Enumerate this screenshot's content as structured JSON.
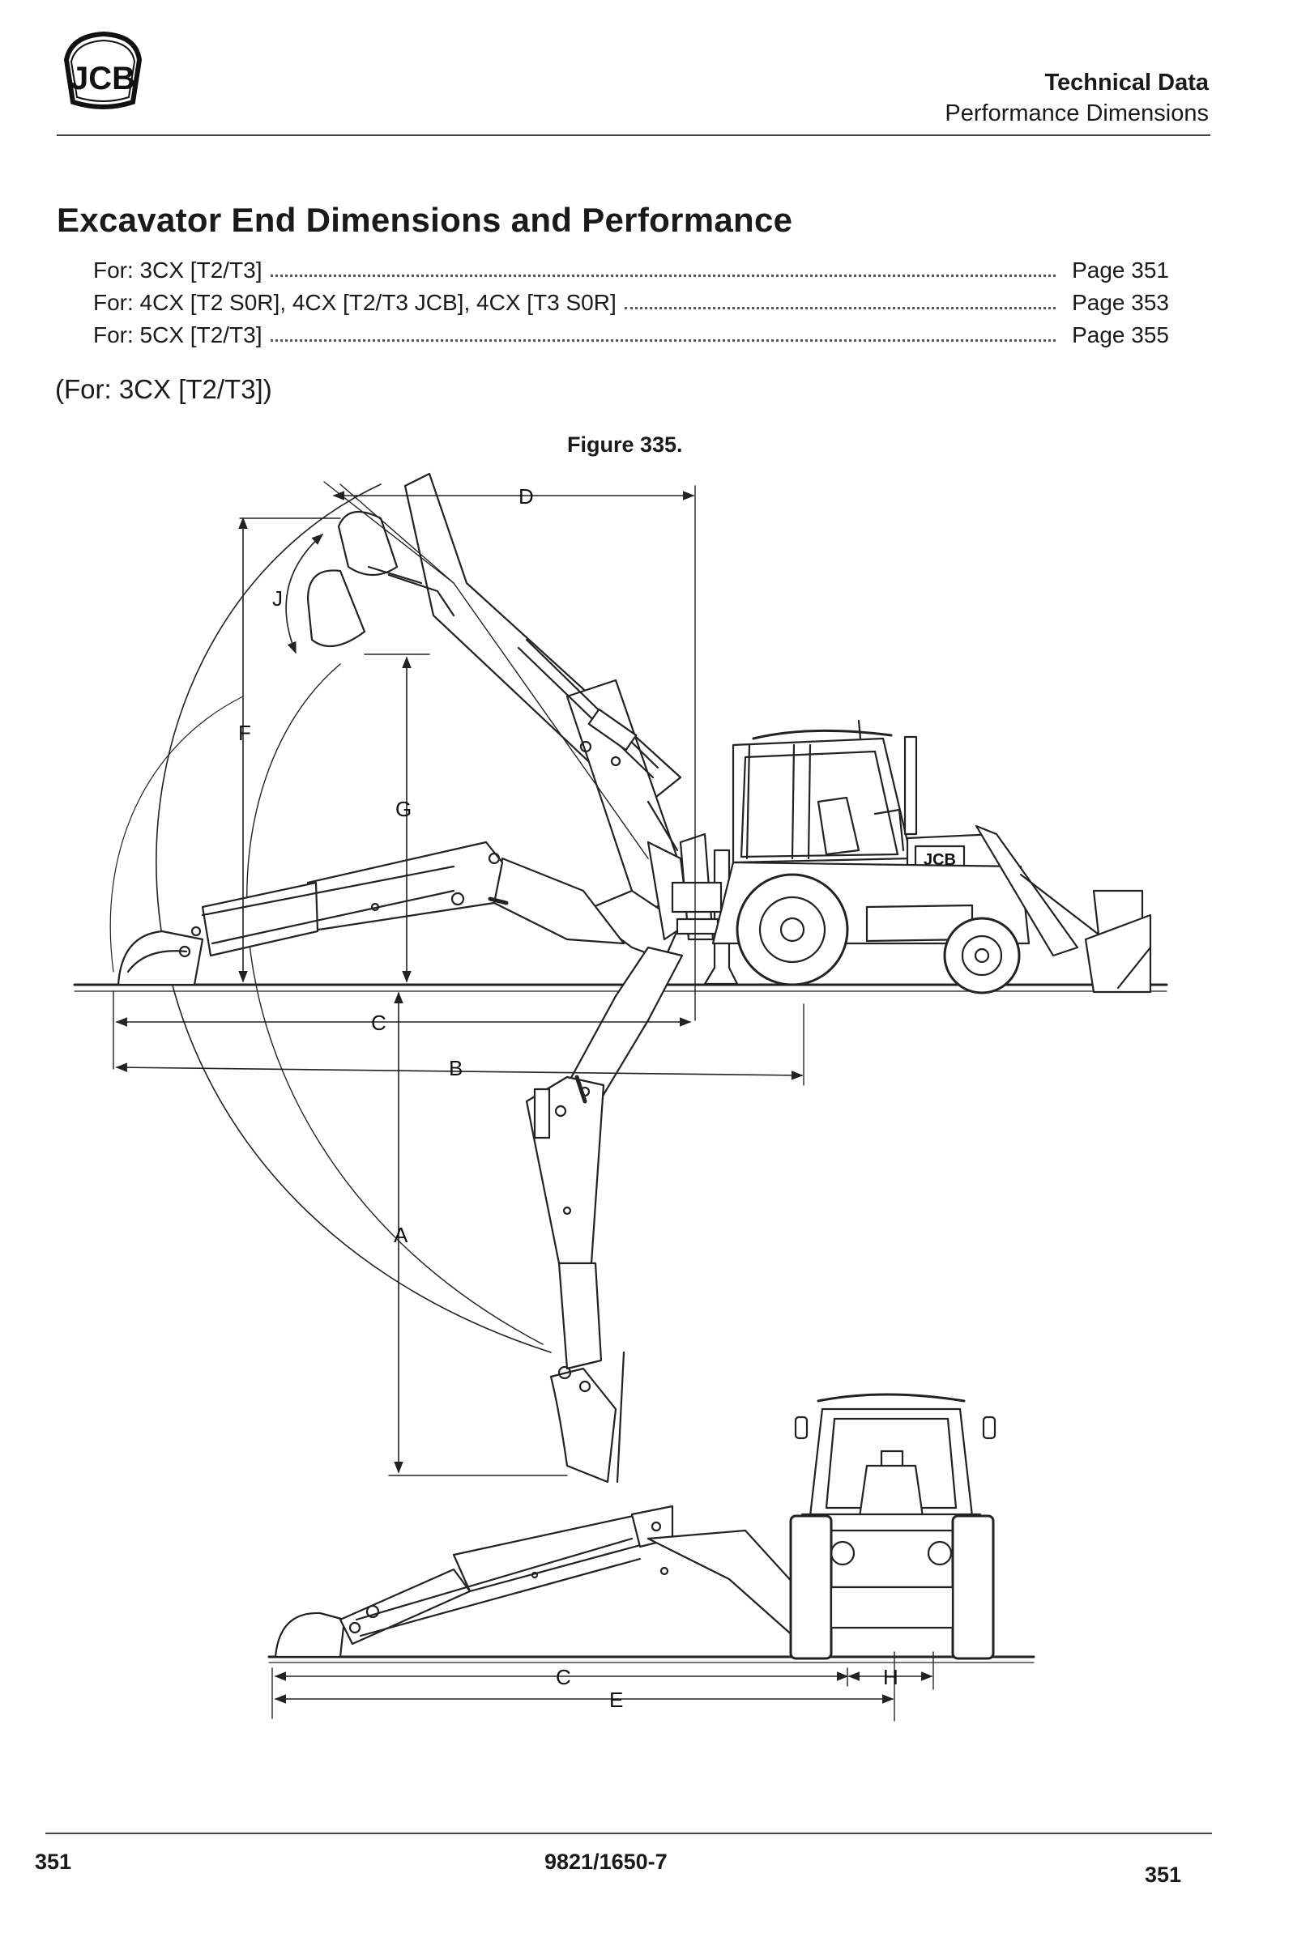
{
  "header": {
    "logo_text": "JCB",
    "title": "Technical Data",
    "subtitle": "Performance Dimensions"
  },
  "section": {
    "title": "Excavator End Dimensions and Performance",
    "toc": [
      {
        "text": "For: 3CX [T2/T3]",
        "page": "Page 351"
      },
      {
        "text": "For: 4CX [T2 S0R], 4CX [T2/T3 JCB], 4CX [T3 S0R]",
        "page": "Page 353"
      },
      {
        "text": "For: 5CX [T2/T3]",
        "page": "Page 355"
      }
    ],
    "for_note": "(For: 3CX [T2/T3])"
  },
  "figure": {
    "caption": "Figure 335.",
    "side_labels": {
      "A": "A",
      "B": "B",
      "C": "C",
      "D": "D",
      "F": "F",
      "G": "G",
      "J": "J"
    },
    "rear_labels": {
      "C": "C",
      "E": "E",
      "H": "H"
    },
    "cab_logo": "JCB"
  },
  "footer": {
    "left_page": "351",
    "doc_number": "9821/1650-7",
    "right_page": "351"
  }
}
